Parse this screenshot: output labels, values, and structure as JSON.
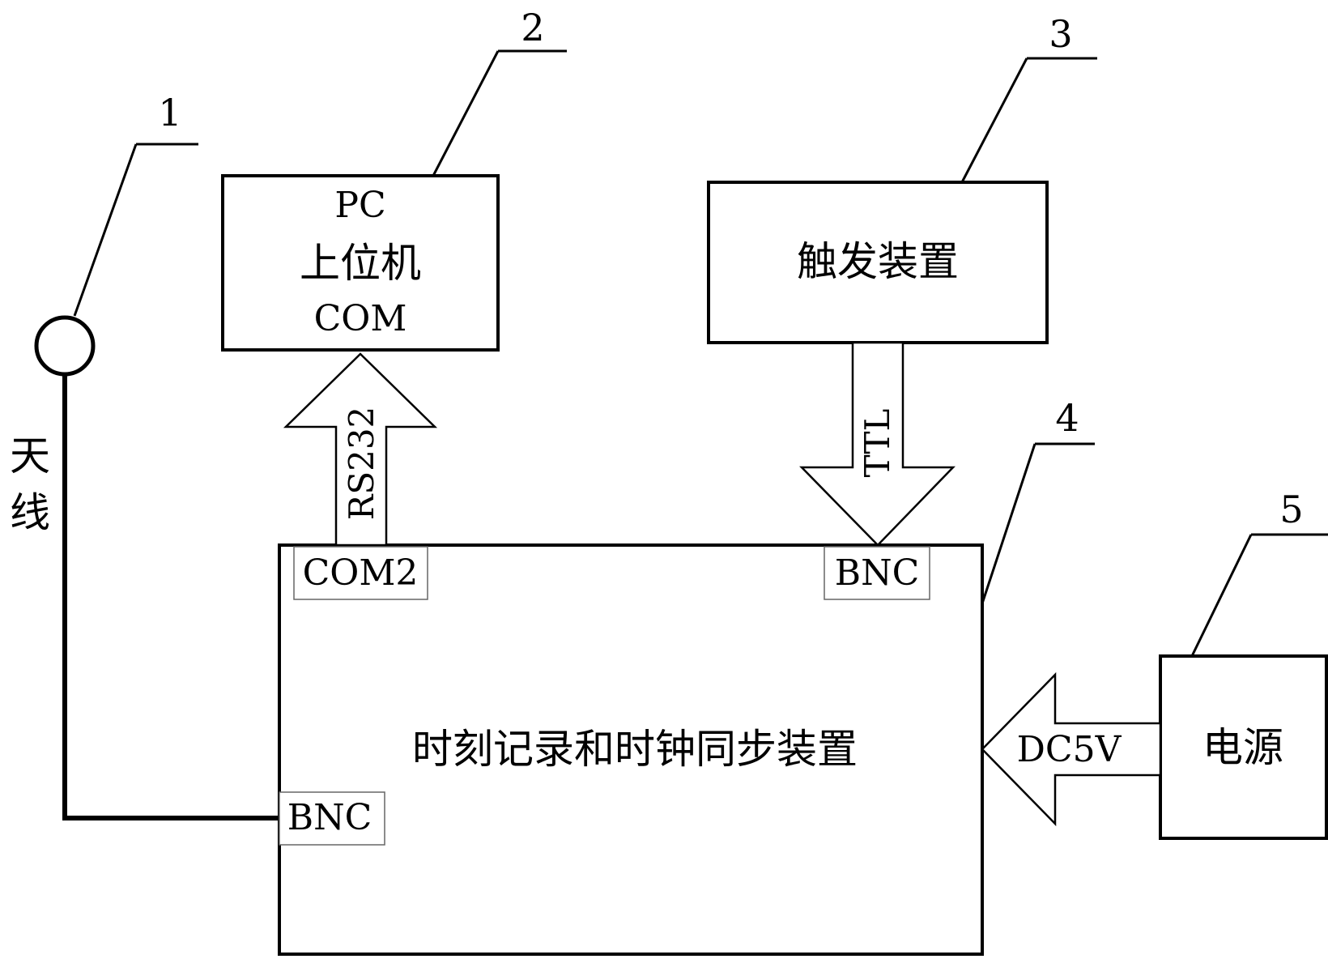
{
  "diagram": {
    "refs": [
      "1",
      "2",
      "3",
      "4",
      "5"
    ],
    "antenna": {
      "label_line1": "天",
      "label_line2": "线"
    },
    "pc": {
      "line1": "PC",
      "line2": "上位机",
      "line3": "COM"
    },
    "trigger": {
      "label": "触发装置"
    },
    "main": {
      "label": "时刻记录和时钟同步装置",
      "port_com2": "COM2",
      "port_bnc_top": "BNC",
      "port_bnc_left": "BNC"
    },
    "power": {
      "label": "电源"
    },
    "arrows": {
      "rs232": "RS232",
      "ttl": "TTL",
      "dc5v": "DC5V"
    }
  }
}
